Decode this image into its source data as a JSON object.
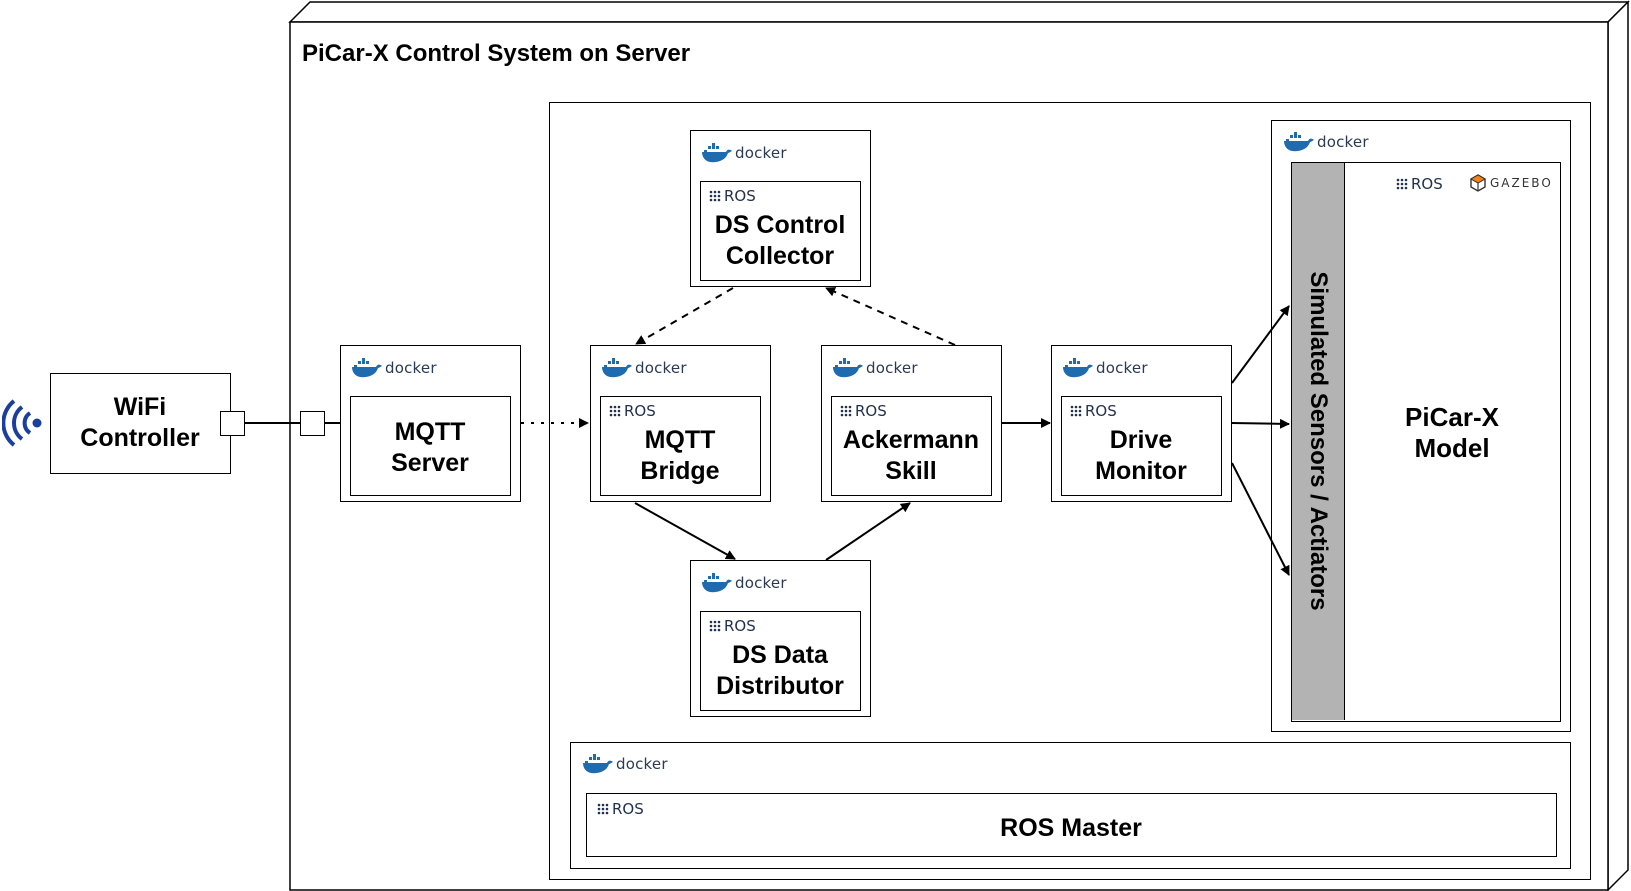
{
  "system": {
    "title": "PiCar-X Control System on Server"
  },
  "brands": {
    "docker": "docker",
    "ros": "ROS",
    "gazebo": "GAZEBO"
  },
  "wifi_controller": {
    "label": "WiFi\nController"
  },
  "nodes": {
    "mqtt_server": {
      "label": "MQTT\nServer"
    },
    "mqtt_bridge": {
      "label": "MQTT\nBridge"
    },
    "ds_control_collector": {
      "label": "DS Control\nCollector"
    },
    "ackermann_skill": {
      "label": "Ackermann\nSkill"
    },
    "ds_data_distributor": {
      "label": "DS Data\nDistributor"
    },
    "drive_monitor": {
      "label": "Drive\nMonitor"
    },
    "ros_master": {
      "label": "ROS Master"
    }
  },
  "simulation": {
    "sensors_label": "Simulated Sensors / Actiators",
    "model_label": "PiCar-X\nModel"
  },
  "colors": {
    "docker_blue": "#1f6bb0",
    "ros_text": "#22314e",
    "sensor_bar": "#b3b3b3",
    "wifi_icon": "#1a3f9c"
  }
}
